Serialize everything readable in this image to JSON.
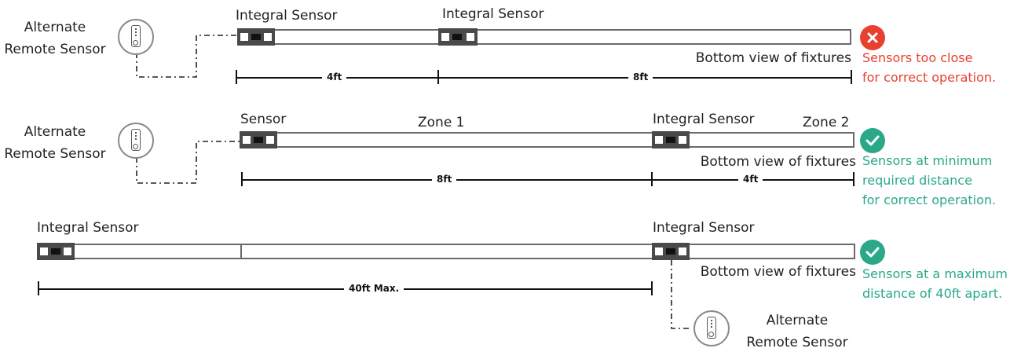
{
  "colors": {
    "error": "#e8402f",
    "ok": "#2aa889",
    "fixture_border": "#6a6a6a",
    "sensor_dark": "#4a4a4a"
  },
  "icons": {
    "error_badge": "x-circle-icon",
    "ok_badge": "check-circle-icon",
    "remote_sensor": "remote-sensor-icon"
  },
  "row1": {
    "remote_label_1": "Alternate",
    "remote_label_2": "Remote Sensor",
    "sensor_a_label": "Integral Sensor",
    "sensor_b_label": "Integral Sensor",
    "bottom_view": "Bottom view of fixtures",
    "dim_a": "4ft",
    "dim_b": "8ft",
    "status_line_1": "Sensors too close",
    "status_line_2": "for correct operation."
  },
  "row2": {
    "remote_label_1": "Alternate",
    "remote_label_2": "Remote Sensor",
    "sensor_a_label": "Sensor",
    "zone_1": "Zone 1",
    "sensor_b_label": "Integral Sensor",
    "zone_2": "Zone 2",
    "bottom_view": "Bottom view of fixtures",
    "dim_a": "8ft",
    "dim_b": "4ft",
    "status_line_1": "Sensors at minimum",
    "status_line_2": "required distance",
    "status_line_3": "for correct operation."
  },
  "row3": {
    "sensor_a_label": "Integral Sensor",
    "sensor_b_label": "Integral Sensor",
    "bottom_view": "Bottom view of fixtures",
    "dim": "40ft Max.",
    "remote_label_1": "Alternate",
    "remote_label_2": "Remote Sensor",
    "status_line_1": "Sensors at a maximum",
    "status_line_2": "distance of 40ft apart."
  }
}
